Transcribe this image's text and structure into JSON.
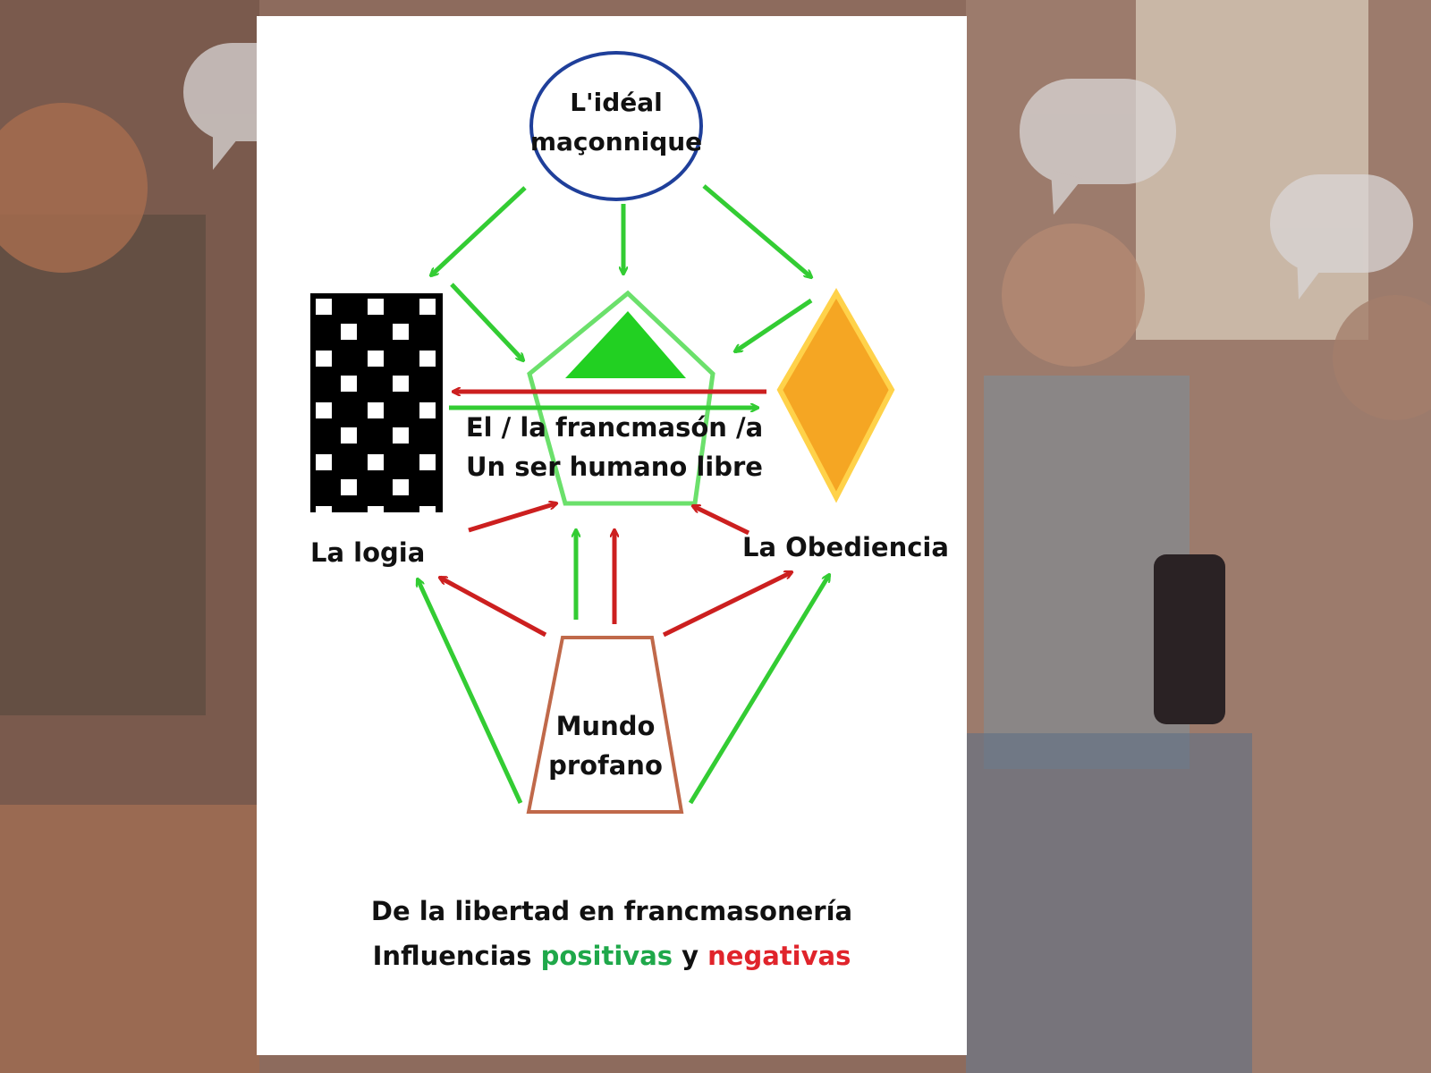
{
  "diagram": {
    "ideal_line1": "L'idéal",
    "ideal_line2": "maçonnique",
    "mason_line1": "El / la francmasón /a",
    "mason_line2": "Un ser humano libre",
    "logia": "La logia",
    "obediencia": "La Obediencia",
    "mundo_line1": "Mundo",
    "mundo_line2": "profano"
  },
  "caption": {
    "line1": "De la libertad en francmasonería",
    "line2_start": "Influencias",
    "positive": "positivas",
    "conjunction": "y",
    "negative": "negativas"
  },
  "colors": {
    "positive": "#33cc33",
    "negative": "#cc1f1f",
    "ideal_outline": "#1f3f9a",
    "diamond": "#f5a623",
    "trapezoid": "#c0694a"
  }
}
